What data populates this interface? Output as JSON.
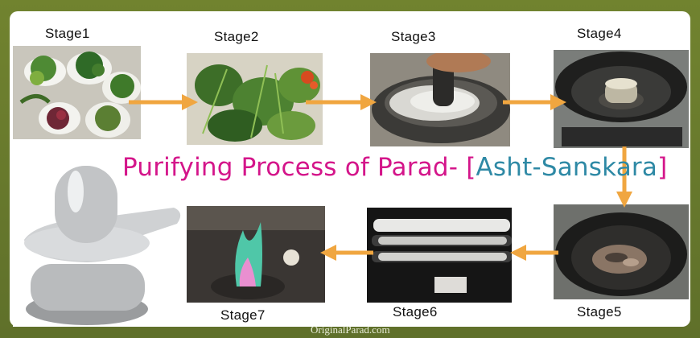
{
  "title": {
    "part1": "Purifying Process of Parad- ",
    "bracket_open": "[",
    "part2": "Asht-Sanskara",
    "bracket_close": "]"
  },
  "stages": [
    {
      "label": "Stage1",
      "image": "herbs-in-bowls-photo"
    },
    {
      "label": "Stage2",
      "image": "fresh-herbs-photo"
    },
    {
      "label": "Stage3",
      "image": "mortar-pestle-grinding-photo"
    },
    {
      "label": "Stage4",
      "image": "iron-wok-on-stove-photo"
    },
    {
      "label": "Stage5",
      "image": "wok-with-mercury-photo"
    },
    {
      "label": "Stage6",
      "image": "mercury-molds-photo"
    },
    {
      "label": "Stage7",
      "image": "furnace-flame-photo"
    }
  ],
  "final_product": "parad-shivling-photo",
  "watermark": "OriginalParad.com",
  "colors": {
    "frame": "#6a7a2e",
    "arrow": "#f0a640",
    "title_magenta": "#d4158a",
    "title_teal": "#2e89a5"
  }
}
